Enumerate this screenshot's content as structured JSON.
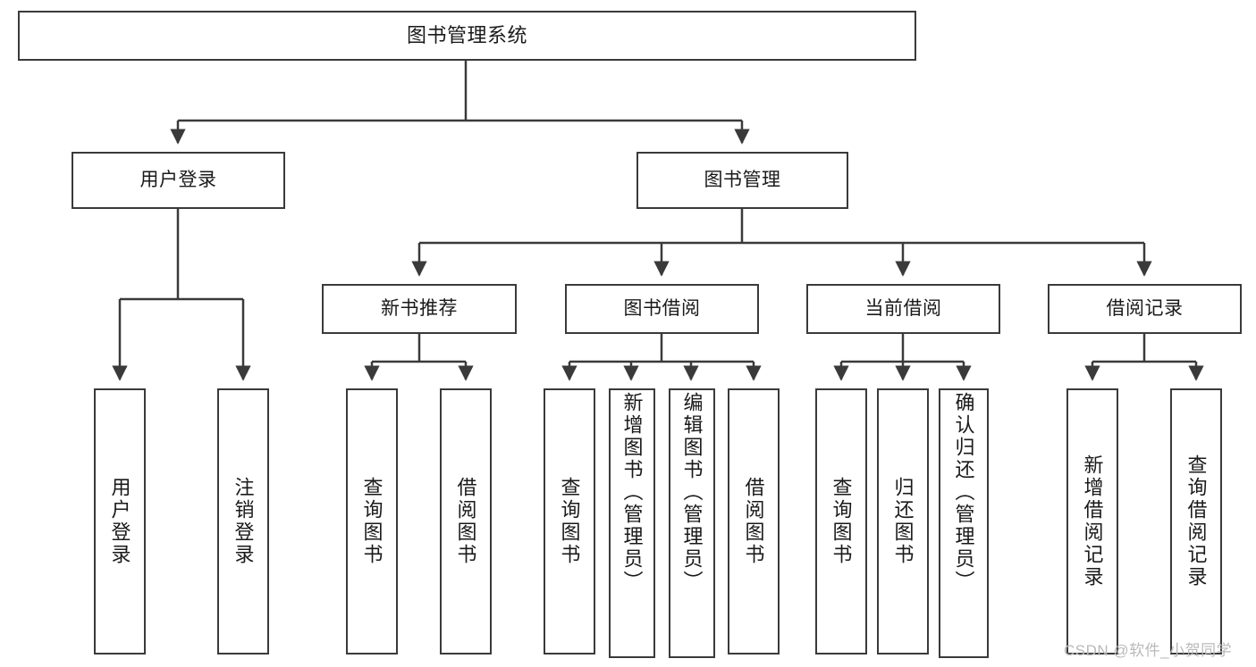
{
  "diagram": {
    "title": "图书管理系统",
    "type": "tree-hierarchy",
    "colors": {
      "box_border": "#3a3a3a",
      "box_fill": "#ffffff",
      "connector": "#3a3a3a",
      "text": "#1a1a1a",
      "watermark": "#b9b9b9",
      "background": "#ffffff"
    },
    "root": {
      "label": "图书管理系统"
    },
    "level2": [
      {
        "label": "用户登录"
      },
      {
        "label": "图书管理"
      }
    ],
    "level3": [
      {
        "label": "新书推荐"
      },
      {
        "label": "图书借阅"
      },
      {
        "label": "当前借阅"
      },
      {
        "label": "借阅记录"
      }
    ],
    "leaves": {
      "user_login": [
        {
          "label": "用户登录"
        },
        {
          "label": "注销登录"
        }
      ],
      "new_book_recommend": [
        {
          "label": "查询图书"
        },
        {
          "label": "借阅图书"
        }
      ],
      "book_borrow": [
        {
          "label": "查询图书"
        },
        {
          "label": "新增图书（管理员）"
        },
        {
          "label": "编辑图书（管理员）"
        },
        {
          "label": "借阅图书"
        }
      ],
      "current_borrow": [
        {
          "label": "查询图书"
        },
        {
          "label": "归还图书"
        },
        {
          "label": "确认归还（管理员）"
        }
      ],
      "borrow_record": [
        {
          "label": "新增借阅记录"
        },
        {
          "label": "查询借阅记录"
        }
      ]
    }
  },
  "watermark": {
    "text": "CSDN @软件_小贺同学"
  }
}
